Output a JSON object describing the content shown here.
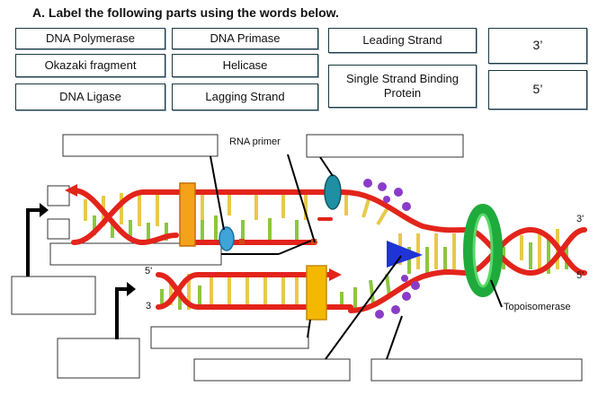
{
  "heading": "A.  Label the following parts using the words below.",
  "word_bank": {
    "dna_polymerase": "DNA Polymerase",
    "dna_primase": "DNA Primase",
    "leading_strand": "Leading Strand",
    "end_3": "3’",
    "okazaki_fragment": "Okazaki fragment",
    "helicase": "Helicase",
    "ssb_protein": "Single Strand Binding Protein",
    "end_5": "5’",
    "dna_ligase": "DNA Ligase",
    "lagging_strand": "Lagging Strand"
  },
  "diagram_labels": {
    "rna_primer": "RNA primer",
    "right_3": "3'",
    "right_5": "5'",
    "left_5": "5'",
    "left_3": "3",
    "topoisomerase": "Topoisomerase"
  },
  "colors": {
    "strand_red": "#e3241b",
    "rung_yellow": "#e8c94a",
    "rung_green": "#8dc63f",
    "polymerase_orange": "#f5a21b",
    "helicase_blue": "#2033d6",
    "ssb_purple": "#8a3cc8",
    "clamp_teal": "#1f8fa3",
    "topo_green": "#1faa3c"
  }
}
